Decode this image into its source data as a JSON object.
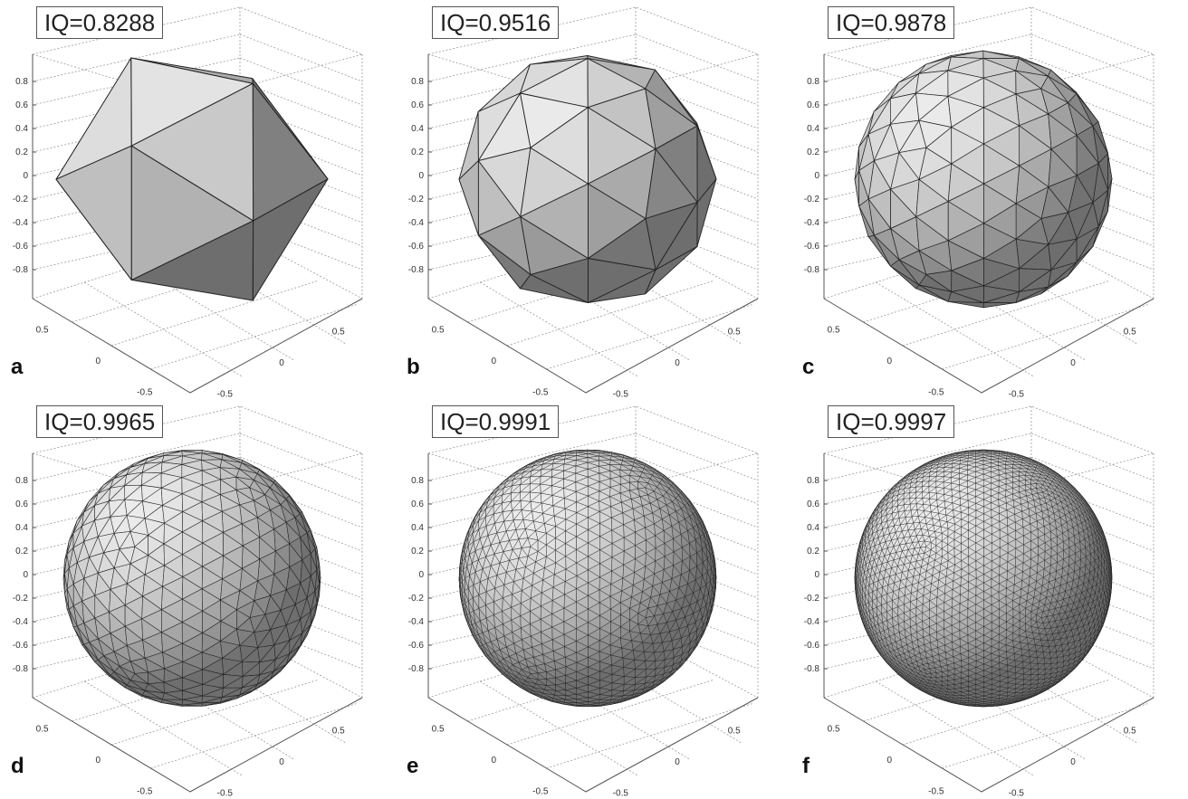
{
  "figure": {
    "panels": [
      {
        "letter": "a",
        "iq_label": "IQ=0.8288",
        "mesh": "icosahedron"
      },
      {
        "letter": "b",
        "iq_label": "IQ=0.9516",
        "mesh": "geodesic-sphere"
      },
      {
        "letter": "c",
        "iq_label": "IQ=0.9878",
        "mesh": "geodesic-sphere"
      },
      {
        "letter": "d",
        "iq_label": "IQ=0.9965",
        "mesh": "geodesic-sphere"
      },
      {
        "letter": "e",
        "iq_label": "IQ=0.9991",
        "mesh": "geodesic-sphere"
      },
      {
        "letter": "f",
        "iq_label": "IQ=0.9997",
        "mesh": "geodesic-sphere"
      }
    ],
    "z_ticks": [
      "0.8",
      "0.6",
      "0.4",
      "0.2",
      "0",
      "-0.2",
      "-0.4",
      "-0.6",
      "-0.8"
    ],
    "x_ticks": [
      "0.5",
      "0",
      "-0.5"
    ],
    "y_ticks": [
      "0.5",
      "0",
      "-0.5"
    ]
  }
}
